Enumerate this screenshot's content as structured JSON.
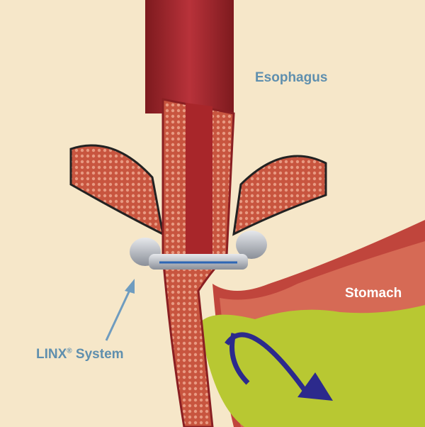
{
  "labels": {
    "esophagus": "Esophagus",
    "stomach": "Stomach",
    "linx_name": "LINX",
    "linx_reg": "®",
    "linx_suffix": " System"
  },
  "colors": {
    "background": "#f6e7c9",
    "esophagus": "#a8262a",
    "tissue": "#c84a3e",
    "stomach_contents": "#b8c832",
    "device": "#b8bcc4",
    "arrow_flow": "#2c2a8c",
    "pointer_arrow": "#6f9cbf"
  }
}
